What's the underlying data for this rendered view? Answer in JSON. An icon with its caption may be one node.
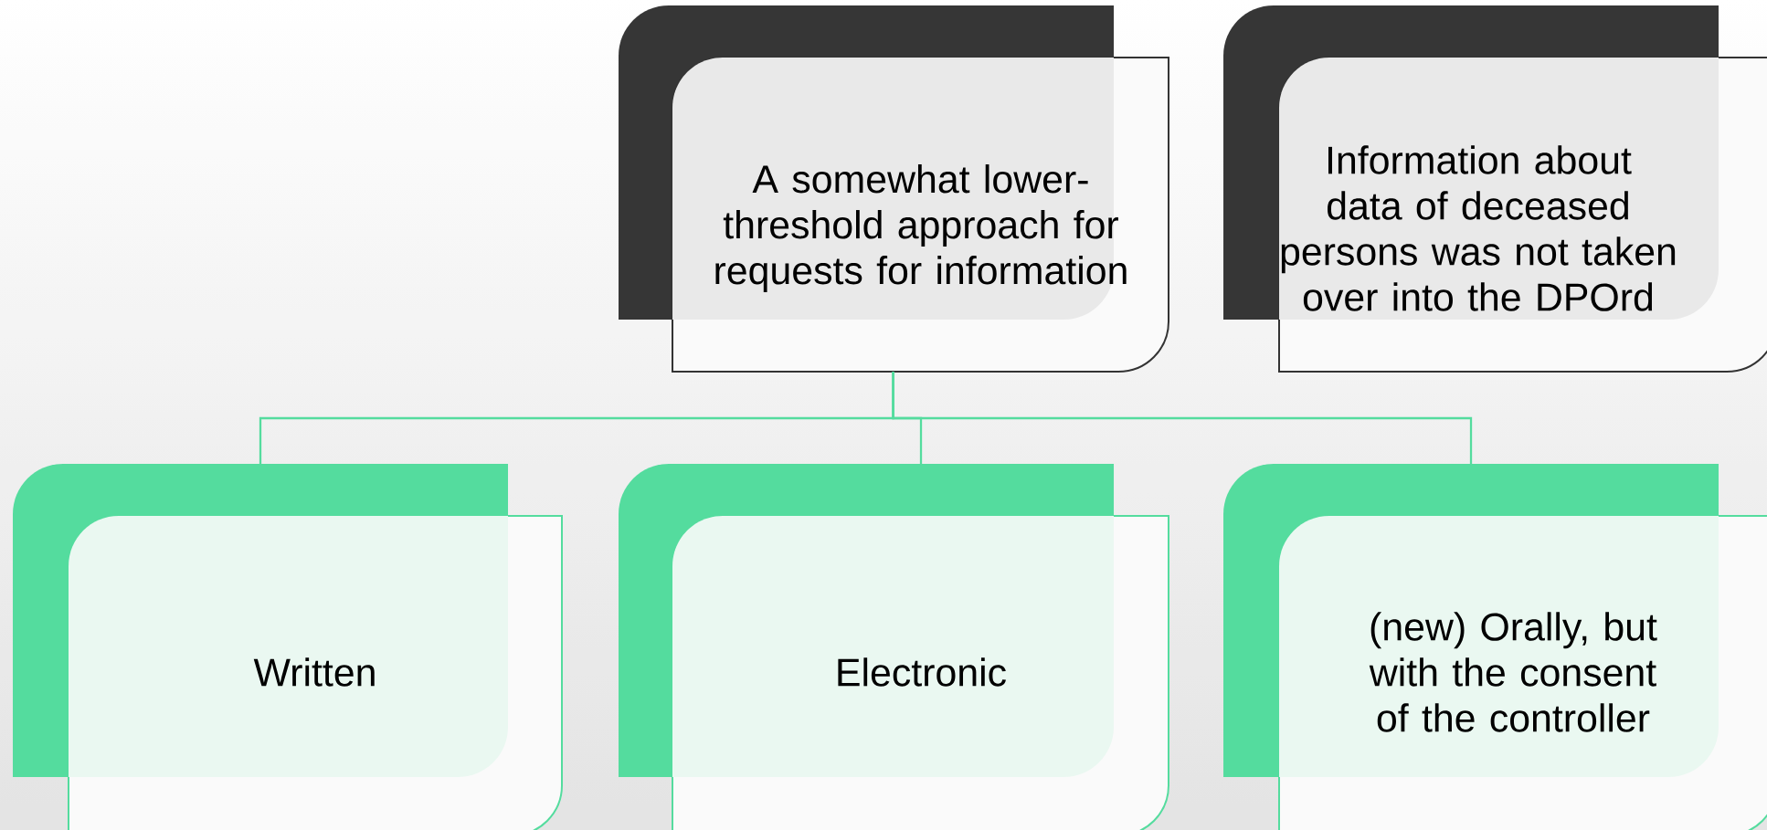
{
  "diagram": {
    "nodes": [
      {
        "text": [
          "A somewhat lower-threshold approach for requests for information"
        ]
      },
      {
        "text": [
          "Information about data of deceased persons was not taken over into the DPOrd"
        ]
      },
      {
        "text": [
          "Written"
        ]
      },
      {
        "text": [
          "Electronic"
        ]
      },
      {
        "text": [
          "(new) Orally, but with the consent of the controller"
        ]
      }
    ],
    "edges": [
      {
        "from": 0,
        "to": 2,
        "arrow": "none"
      },
      {
        "from": 0,
        "to": 3,
        "arrow": "none"
      },
      {
        "from": 0,
        "to": 4,
        "arrow": "none"
      }
    ]
  }
}
